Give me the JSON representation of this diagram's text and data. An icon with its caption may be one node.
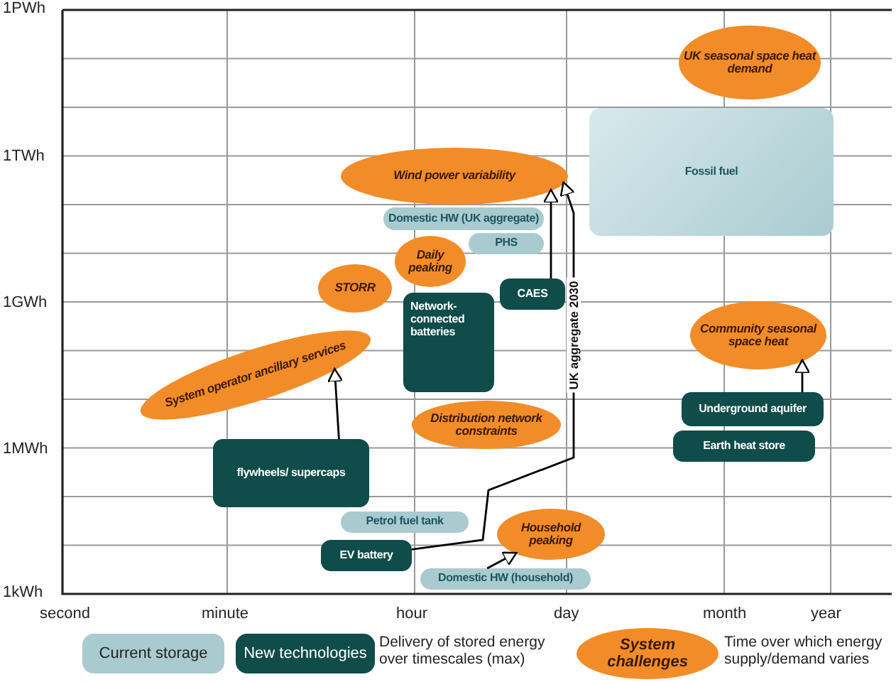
{
  "diagram": {
    "nodes": [
      {
        "text": [
          "UK seasonal space heat demand"
        ]
      },
      {
        "text": [
          "Fossil fuel"
        ]
      },
      {
        "text": [
          "Wind power variability"
        ]
      },
      {
        "text": [
          "Domestic HW (UK aggregate)"
        ]
      },
      {
        "text": [
          "PHS"
        ]
      },
      {
        "text": [
          "Daily peaking"
        ]
      },
      {
        "text": [
          "STORR"
        ]
      },
      {
        "text": [
          "CAES"
        ]
      },
      {
        "text": [
          "Network-connected batteries"
        ]
      },
      {
        "text": [
          "Community seasonal space heat"
        ]
      },
      {
        "text": [
          "System operator ancillary services"
        ]
      },
      {
        "text": [
          "Distribution network constraints"
        ]
      },
      {
        "text": [
          "Underground aquifer"
        ]
      },
      {
        "text": [
          "Earth heat store"
        ]
      },
      {
        "text": [
          "flywheels/ supercaps"
        ]
      },
      {
        "text": [
          "Petrol fuel tank"
        ]
      },
      {
        "text": [
          "EV battery"
        ]
      },
      {
        "text": [
          "Household peaking"
        ]
      },
      {
        "text": [
          "Domestic HW (household)"
        ]
      }
    ],
    "edges": [
      {
        "from": 14,
        "to": 10,
        "arrow": "to"
      },
      {
        "from": 12,
        "to": 9,
        "arrow": "to"
      },
      {
        "from": 18,
        "to": 17,
        "arrow": "to"
      },
      {
        "from": 16,
        "to": 2,
        "arrow": "to",
        "label": "UK aggregate 2030"
      },
      {
        "from": 7,
        "to": 2,
        "arrow": "to"
      }
    ],
    "labels": [
      "1PWh",
      "1TWh",
      "1GWh",
      "1MWh",
      "1kWh",
      "second",
      "minute",
      "hour",
      "day",
      "month",
      "year",
      "Delivery of stored energy over timescales (max)",
      "Time over which energy supply/demand varies"
    ],
    "legend": [
      {
        "text": "Current storage",
        "color": "#a9cbd0"
      },
      {
        "text": "New technologies",
        "color": "#0f4c4a"
      },
      {
        "text": "System challenges",
        "color": "#f28c28"
      }
    ]
  }
}
